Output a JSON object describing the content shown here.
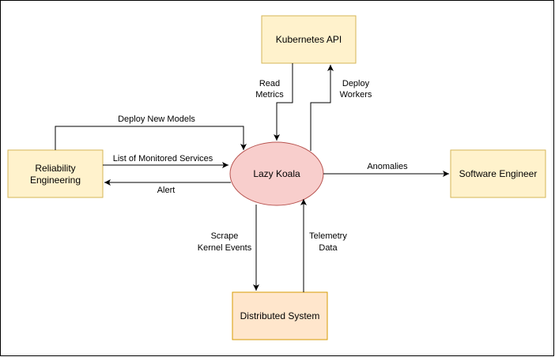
{
  "nodes": {
    "kubernetes": {
      "label": "Kubernetes API"
    },
    "koala": {
      "label": "Lazy Koala"
    },
    "reliability": {
      "label_line1": "Reliability",
      "label_line2": "Engineering"
    },
    "software_engineer": {
      "label": "Software Engineer"
    },
    "distributed_system": {
      "label": "Distributed System"
    }
  },
  "edges": {
    "read_metrics": {
      "line1": "Read",
      "line2": "Metrics"
    },
    "deploy_workers": {
      "line1": "Deploy",
      "line2": "Workers"
    },
    "deploy_new_models": {
      "label": "Deploy New Models"
    },
    "monitored_services": {
      "label": "List of Monitored Services"
    },
    "alert": {
      "label": "Alert"
    },
    "anomalies": {
      "label": "Anomalies"
    },
    "scrape": {
      "line1": "Scrape",
      "line2": "Kernel Events"
    },
    "telemetry": {
      "line1": "Telemetry",
      "line2": "Data"
    }
  },
  "colors": {
    "box_fill": "#fff2cc",
    "box_stroke": "#d6b656",
    "ellipse_fill": "#f8cecc",
    "ellipse_stroke": "#b85450",
    "ds_fill": "#ffe6cc",
    "ds_stroke": "#d79b00",
    "edge": "#000000",
    "frame": "#000000"
  }
}
